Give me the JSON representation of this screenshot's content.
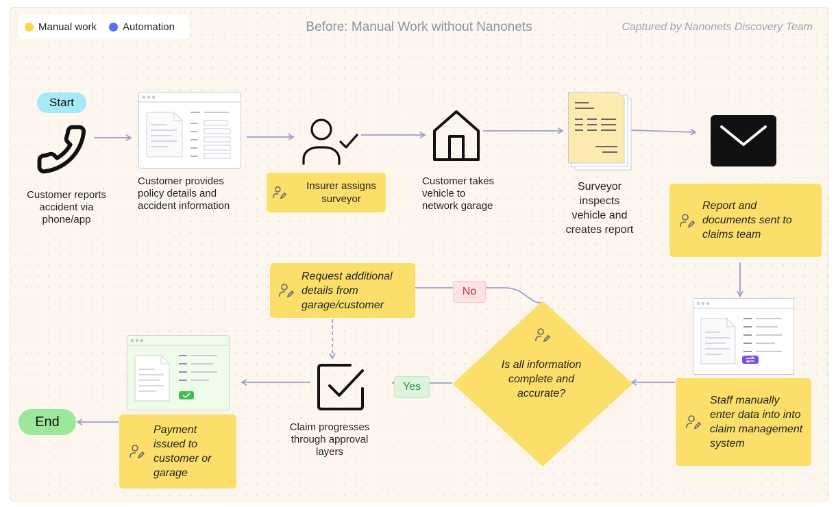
{
  "legend": {
    "manual": {
      "label": "Manual work",
      "color": "#f8d94a"
    },
    "automation": {
      "label": "Automation",
      "color": "#5a6ef0"
    }
  },
  "title": "Before: Manual Work without Nanonets",
  "captured_by": "Captured by Nanonets Discovery Team",
  "nodes": {
    "start": "Start",
    "end": "End",
    "customer_reports": "Customer reports accident via phone/app",
    "customer_provides": "Customer provides policy details and accident information",
    "insurer_assigns": "Insurer assigns surveyor",
    "customer_takes": "Customer takes vehicle to network garage",
    "surveyor_inspects": "Surveyor inspects vehicle and creates report",
    "report_sent": "Report and documents sent to claims team",
    "staff_enter": "Staff manually enter data into into claim management system",
    "decision": "Is all information complete and accurate?",
    "request_details": "Request additional details from garage/customer",
    "claim_progresses": "Claim progresses through approval layers",
    "payment": "Payment issued to customer or garage"
  },
  "edges": {
    "no": "No",
    "yes": "Yes"
  },
  "colors": {
    "manual_box": "#fcdf6a",
    "start_pill": "#a6e9f7",
    "end_pill": "#9be89a",
    "arrow": "#9aa0c9",
    "no_tag_bg": "#fde3e3",
    "no_tag_text": "#c0392b",
    "yes_tag_bg": "#ddf5dd",
    "yes_tag_text": "#2e8b3e"
  },
  "icons": [
    "phone-icon",
    "form-window-icon",
    "user-check-icon",
    "house-icon",
    "report-stack-icon",
    "envelope-icon",
    "person-edit-icon",
    "checkbox-icon",
    "approved-form-icon",
    "data-entry-form-icon"
  ]
}
